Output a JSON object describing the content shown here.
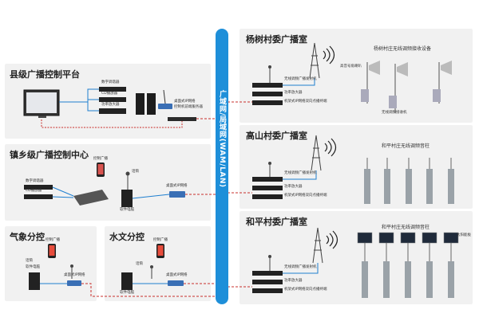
{
  "bus_label": "广域网/局域网(WAM/LAN)",
  "panels": {
    "county": {
      "title": "县级广播控制平台",
      "labels": [
        "数字调谐器",
        "CD播放器",
        "功率放大器",
        "桌面式IP网络",
        "控制机前端服务器"
      ]
    },
    "town": {
      "title": "镇乡级广播控制中心",
      "labels": [
        "数字调谐器",
        "CD播放器",
        "控制广播",
        "话筒",
        "桌面式IP网络",
        "软件电脑"
      ]
    },
    "weather": {
      "title": "气象分控",
      "labels": [
        "控制广播",
        "话筒",
        "软件电脑",
        "桌面式IP网络"
      ]
    },
    "water": {
      "title": "水文分控",
      "labels": [
        "控制广播",
        "话筒",
        "软件电脑",
        "桌面式IP网络"
      ]
    },
    "yangshu": {
      "title": "杨树村委广播室",
      "sub_title": "杨树村庄无线调频接收设备",
      "labels": [
        "无线调频广播发射机",
        "功率放大器",
        "机架式IP网络双向点播终端",
        "高音号角喇叭",
        "无线调频接收机"
      ]
    },
    "gaoshan": {
      "title": "高山村委广播室",
      "sub_title": "和平村庄无线调频音柱",
      "labels": [
        "无线调频广播发射机",
        "功率放大器",
        "机架式IP网络双向点播终端"
      ]
    },
    "heping": {
      "title": "和平村委广播室",
      "sub_title": "和平村庄无线调频音柱",
      "labels": [
        "无线调频广播发射机",
        "功率放大器",
        "机架式IP网络双向点播终端",
        "太阳能板"
      ]
    }
  },
  "colors": {
    "bus": "#1e8fd9",
    "panel": "#f1f1f1",
    "link_red": "#c9302c",
    "link_blue": "#1e7fd0"
  }
}
